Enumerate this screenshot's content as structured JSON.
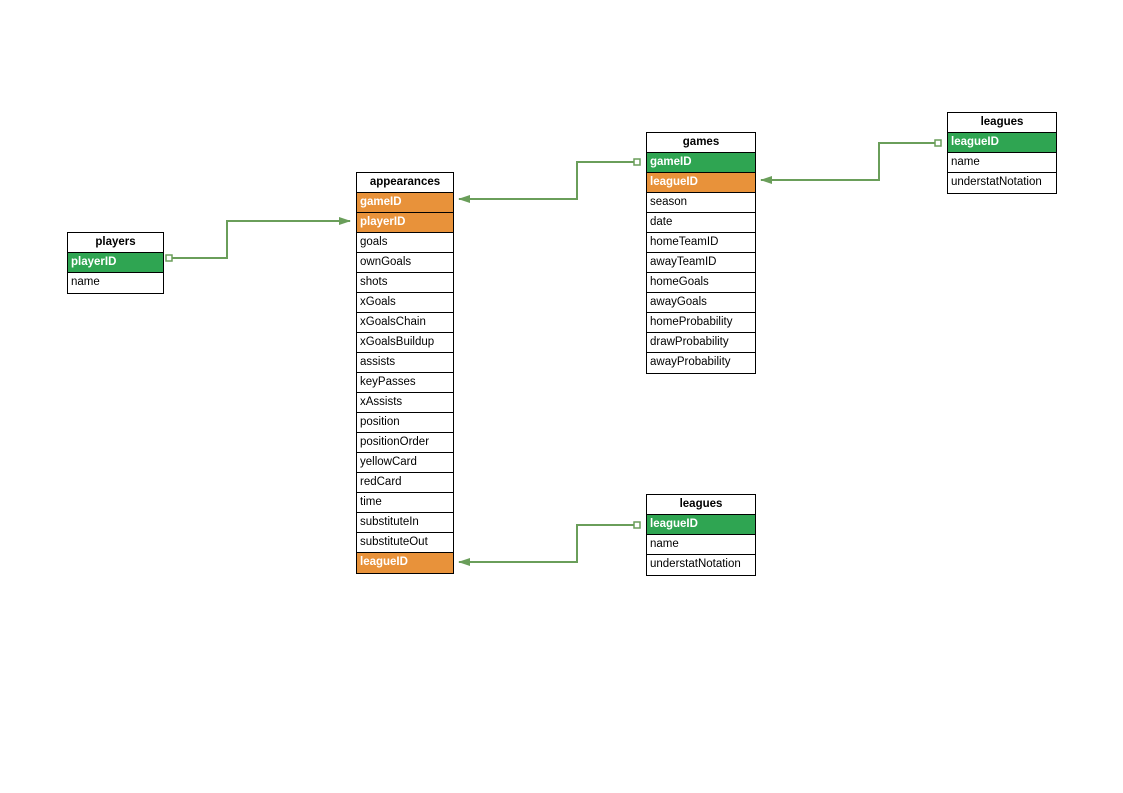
{
  "colors": {
    "primary_key": "#2fa552",
    "foreign_key": "#e8923a",
    "connector": "#6a9e5a",
    "border": "#000000"
  },
  "tables": {
    "players": {
      "title": "players",
      "fields": [
        {
          "name": "playerID",
          "key": "pk"
        },
        {
          "name": "name",
          "key": ""
        }
      ]
    },
    "appearances": {
      "title": "appearances",
      "fields": [
        {
          "name": "gameID",
          "key": "fk"
        },
        {
          "name": "playerID",
          "key": "fk"
        },
        {
          "name": "goals",
          "key": ""
        },
        {
          "name": "ownGoals",
          "key": ""
        },
        {
          "name": "shots",
          "key": ""
        },
        {
          "name": "xGoals",
          "key": ""
        },
        {
          "name": "xGoalsChain",
          "key": ""
        },
        {
          "name": "xGoalsBuildup",
          "key": ""
        },
        {
          "name": "assists",
          "key": ""
        },
        {
          "name": "keyPasses",
          "key": ""
        },
        {
          "name": "xAssists",
          "key": ""
        },
        {
          "name": "position",
          "key": ""
        },
        {
          "name": "positionOrder",
          "key": ""
        },
        {
          "name": "yellowCard",
          "key": ""
        },
        {
          "name": "redCard",
          "key": ""
        },
        {
          "name": "time",
          "key": ""
        },
        {
          "name": "substituteIn",
          "key": ""
        },
        {
          "name": "substituteOut",
          "key": ""
        },
        {
          "name": "leagueID",
          "key": "fk"
        }
      ]
    },
    "games": {
      "title": "games",
      "fields": [
        {
          "name": "gameID",
          "key": "pk"
        },
        {
          "name": "leagueID",
          "key": "fk"
        },
        {
          "name": "season",
          "key": ""
        },
        {
          "name": "date",
          "key": ""
        },
        {
          "name": "homeTeamID",
          "key": ""
        },
        {
          "name": "awayTeamID",
          "key": ""
        },
        {
          "name": "homeGoals",
          "key": ""
        },
        {
          "name": "awayGoals",
          "key": ""
        },
        {
          "name": "homeProbability",
          "key": ""
        },
        {
          "name": "drawProbability",
          "key": ""
        },
        {
          "name": "awayProbability",
          "key": ""
        }
      ]
    },
    "leagues_top": {
      "title": "leagues",
      "fields": [
        {
          "name": "leagueID",
          "key": "pk"
        },
        {
          "name": "name",
          "key": ""
        },
        {
          "name": "understatNotation",
          "key": ""
        }
      ]
    },
    "leagues_bottom": {
      "title": "leagues",
      "fields": [
        {
          "name": "leagueID",
          "key": "pk"
        },
        {
          "name": "name",
          "key": ""
        },
        {
          "name": "understatNotation",
          "key": ""
        }
      ]
    }
  }
}
